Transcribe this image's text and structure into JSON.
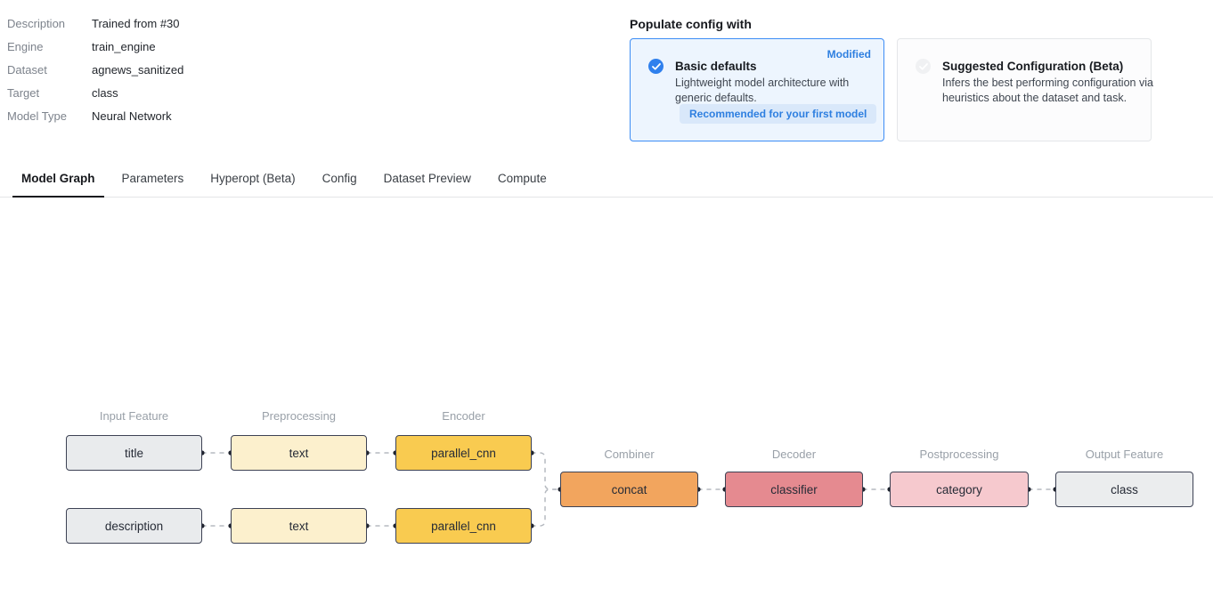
{
  "metadata": {
    "rows": [
      {
        "label": "Description",
        "value": "Trained from #30"
      },
      {
        "label": "Engine",
        "value": "train_engine"
      },
      {
        "label": "Dataset",
        "value": "agnews_sanitized"
      },
      {
        "label": "Target",
        "value": "class"
      },
      {
        "label": "Model Type",
        "value": "Neural Network"
      }
    ]
  },
  "populate": {
    "title": "Populate config with",
    "cards": [
      {
        "title": "Basic defaults",
        "description": "Lightweight model architecture with generic defaults.",
        "badge": "Modified",
        "tag": "Recommended for your first model",
        "selected": true
      },
      {
        "title": "Suggested Configuration (Beta)",
        "description": "Infers the best performing configuration via heuristics about the dataset and task.",
        "selected": false
      }
    ]
  },
  "tabs": {
    "items": [
      {
        "label": "Model Graph",
        "active": true
      },
      {
        "label": "Parameters",
        "active": false
      },
      {
        "label": "Hyperopt (Beta)",
        "active": false
      },
      {
        "label": "Config",
        "active": false
      },
      {
        "label": "Dataset Preview",
        "active": false
      },
      {
        "label": "Compute",
        "active": false
      }
    ]
  },
  "graph": {
    "headers": [
      "Input Feature",
      "Preprocessing",
      "Encoder",
      "Combiner",
      "Decoder",
      "Postprocessing",
      "Output Feature"
    ],
    "nodes": {
      "title": {
        "label": "title",
        "color": "#e9ebed"
      },
      "desc": {
        "label": "description",
        "color": "#e9ebed"
      },
      "text1": {
        "label": "text",
        "color": "#fcf0cd"
      },
      "text2": {
        "label": "text",
        "color": "#fcf0cd"
      },
      "encoder1": {
        "label": "parallel_cnn",
        "color": "#f9cb50"
      },
      "encoder2": {
        "label": "parallel_cnn",
        "color": "#f9cb50"
      },
      "combiner": {
        "label": "concat",
        "color": "#f2a55e"
      },
      "decoder": {
        "label": "classifier",
        "color": "#e58a90"
      },
      "postproc": {
        "label": "category",
        "color": "#f6c9ce"
      },
      "output": {
        "label": "class",
        "color": "#ebedee"
      }
    }
  },
  "colors": {
    "accent_blue": "#2f80ed",
    "selected_card_bg": "#edf5fe",
    "selected_card_border": "#3d8df5",
    "recommended_badge_bg": "#d9e8fa",
    "node_border": "#3d4254",
    "connector_gray": "#b6bac0",
    "active_tab_underline": "#17191e"
  }
}
